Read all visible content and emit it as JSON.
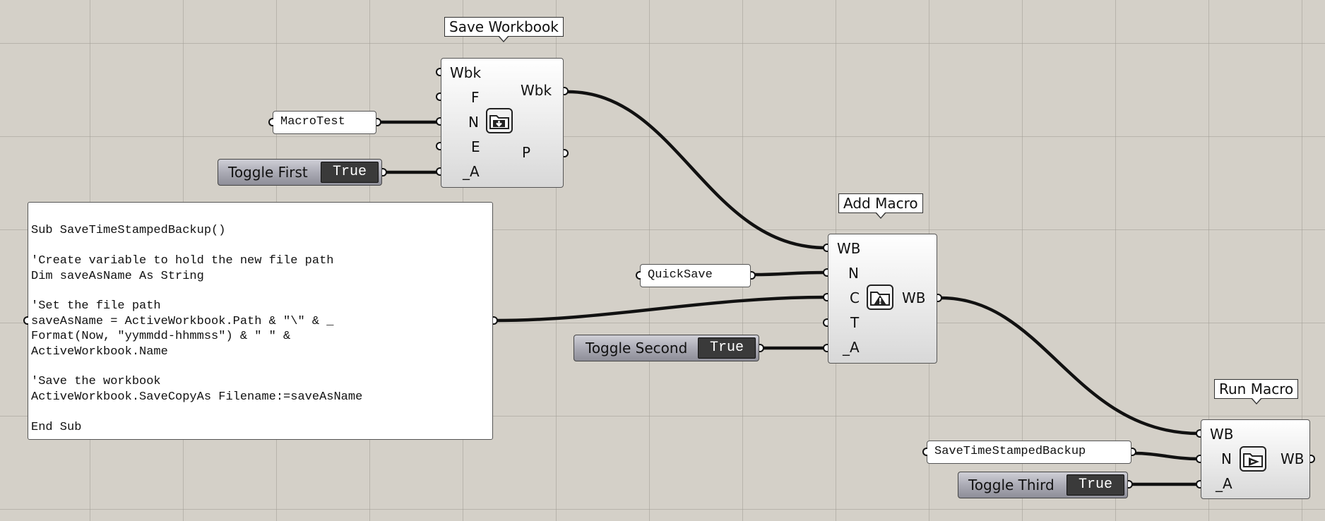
{
  "components": {
    "save_workbook": {
      "title": "Save Workbook",
      "inputs": [
        "Wbk",
        "F",
        "N",
        "E",
        "_A"
      ],
      "outputs": [
        "Wbk",
        "P"
      ],
      "icon": "save-folder-icon"
    },
    "add_macro": {
      "title": "Add Macro",
      "inputs": [
        "WB",
        "N",
        "C",
        "T",
        "_A"
      ],
      "outputs": [
        "WB"
      ],
      "icon": "warning-folder-icon"
    },
    "run_macro": {
      "title": "Run Macro",
      "inputs": [
        "WB",
        "N",
        "_A"
      ],
      "outputs": [
        "WB"
      ],
      "icon": "play-folder-icon"
    }
  },
  "panels": {
    "macro_test": "MacroTest",
    "quick_save": "QuickSave",
    "backup_name": "SaveTimeStampedBackup"
  },
  "toggles": {
    "first": {
      "name": "Toggle First",
      "value": "True"
    },
    "second": {
      "name": "Toggle Second",
      "value": "True"
    },
    "third": {
      "name": "Toggle Third",
      "value": "True"
    }
  },
  "code_panel": {
    "lines": [
      "Sub SaveTimeStampedBackup()",
      "",
      "'Create variable to hold the new file path",
      "Dim saveAsName As String",
      "",
      "'Set the file path",
      "saveAsName = ActiveWorkbook.Path & \"\\\" & _",
      "Format(Now, \"yymmdd-hhmmss\") & \" \" &",
      "ActiveWorkbook.Name",
      "",
      "'Save the workbook",
      "ActiveWorkbook.SaveCopyAs Filename:=saveAsName",
      "",
      "End Sub"
    ]
  },
  "colors": {
    "canvas": "#d4d0c8",
    "grid": "#a09d96",
    "wire": "#111111",
    "toggle_value_bg": "#3a3a3a"
  }
}
